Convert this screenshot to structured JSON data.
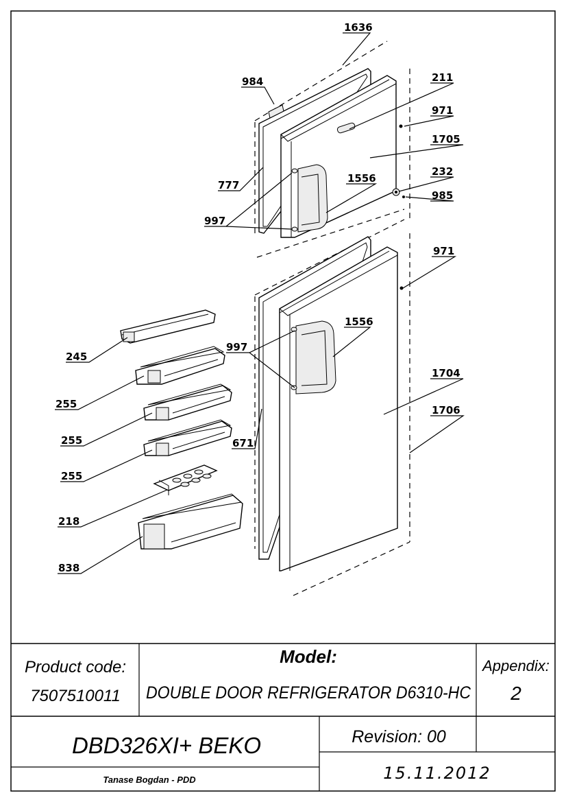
{
  "callouts": {
    "c1636": "1636",
    "c984": "984",
    "c211": "211",
    "c971_top": "971",
    "c1705": "1705",
    "c777": "777",
    "c232": "232",
    "c1556_top": "1556",
    "c985": "985",
    "c997_top": "997",
    "c971_bottom": "971",
    "c1556_bottom": "1556",
    "c245": "245",
    "c997_bottom": "997",
    "c1704": "1704",
    "c255_a": "255",
    "c1706": "1706",
    "c255_b": "255",
    "c671": "671",
    "c255_c": "255",
    "c218": "218",
    "c838": "838"
  },
  "title_block": {
    "product_code_label": "Product code:",
    "product_code": "7507510011",
    "model_label": "Model:",
    "model_name": "DOUBLE DOOR REFRIGERATOR D6310-HC",
    "appendix_label": "Appendix:",
    "appendix_number": "2",
    "product_name": "DBD326XI+ BEKO",
    "revision": "Revision: 00",
    "author": "Tanase Bogdan - PDD",
    "date": "15.11.2012"
  }
}
